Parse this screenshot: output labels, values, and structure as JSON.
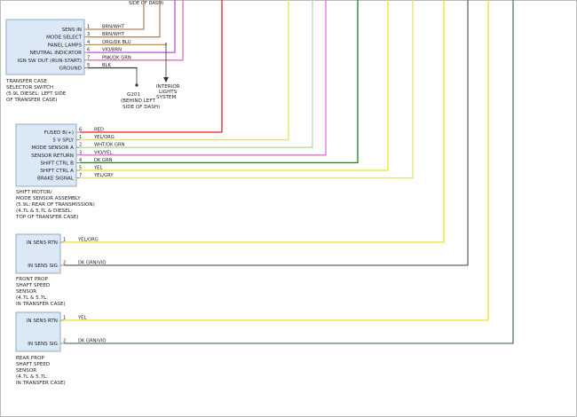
{
  "top_fragment": "SIDE OF DASH)",
  "transfer_case_switch": {
    "pins": [
      {
        "label": "SENS IN",
        "num": "1",
        "wire": "BRN/WHT",
        "color": "#b08a5c"
      },
      {
        "label": "MODE SELECT",
        "num": "3",
        "wire": "BRN/WHT",
        "color": "#b08a5c"
      },
      {
        "label": "PANEL LAMPS",
        "num": "4",
        "wire": "ORG/DK BLU",
        "color": "#d08a2e"
      },
      {
        "label": "NEUTRAL INDICATOR",
        "num": "6",
        "wire": "VIO/BRN",
        "color": "#c050c0"
      },
      {
        "label": "IGN SW OUT (RUN-START)",
        "num": "7",
        "wire": "PNK/DK GRN",
        "color": "#e070b0"
      },
      {
        "label": "GROUND",
        "num": "5",
        "wire": "BLK",
        "color": "#333333"
      }
    ],
    "caption": [
      "TRANSFER CASE",
      "SELECTOR SWITCH",
      "(5.9L DIESEL: LEFT SIDE",
      "OF TRANSFER CASE)"
    ]
  },
  "ground": {
    "name": "G201",
    "caption": [
      "(BEHIND LEFT",
      "SIDE OF DASH)"
    ]
  },
  "interior_lights": [
    "INTERIOR",
    "LIGHTS",
    "SYSTEM"
  ],
  "shift_motor": {
    "pins": [
      {
        "label": "FUSED B(+)",
        "num": "6",
        "wire": "RED",
        "color": "#e02020"
      },
      {
        "label": "5 V SPLY",
        "num": "1",
        "wire": "YEL/ORG",
        "color": "#e8e060"
      },
      {
        "label": "MODE SENSOR A",
        "num": "2",
        "wire": "WHT/DK GRN",
        "color": "#b8d8a8"
      },
      {
        "label": "SENSOR RETURN",
        "num": "3",
        "wire": "VIO/YEL",
        "color": "#e070d8"
      },
      {
        "label": "SHIFT CTRL B",
        "num": "4",
        "wire": "DK GRN",
        "color": "#208020"
      },
      {
        "label": "SHIFT CTRL A",
        "num": "5",
        "wire": "YEL",
        "color": "#f0e020"
      },
      {
        "label": "BRAKE SIGNAL",
        "num": "7",
        "wire": "YEL/GRY",
        "color": "#e8e070"
      }
    ],
    "caption": [
      "SHIFT MOTOR/",
      "MODE SENSOR ASSEMBLY",
      "(5.9L: REAR OF TRANSMISSION)",
      "(4.7L & 5.7L & DIESEL:",
      "TOP OF TRANSFER CASE)"
    ]
  },
  "front_prop": {
    "pins": [
      {
        "label": "IN SENS RTN",
        "num": "1",
        "wire": "YEL/ORG",
        "color": "#f0e020"
      },
      {
        "label": "IN SENS SIG",
        "num": "2",
        "wire": "DK GRN/VIO",
        "color": "#5a6a5a"
      }
    ],
    "caption": [
      "FRONT PROP",
      "SHAFT SPEED",
      "SENSOR",
      "(4.7L & 5.7L:",
      "IN TRANSFER CASE)"
    ]
  },
  "rear_prop": {
    "pins": [
      {
        "label": "IN SENS RTN",
        "num": "1",
        "wire": "YEL",
        "color": "#f0e020"
      },
      {
        "label": "IN SENS SIG",
        "num": "2",
        "wire": "DK GRN/VIO",
        "color": "#5a7a5a"
      }
    ],
    "caption": [
      "REAR PROP",
      "SHAFT SPEED",
      "SENSOR",
      "(4.7L & 5.7L:",
      "IN TRANSFER CASE)"
    ]
  }
}
